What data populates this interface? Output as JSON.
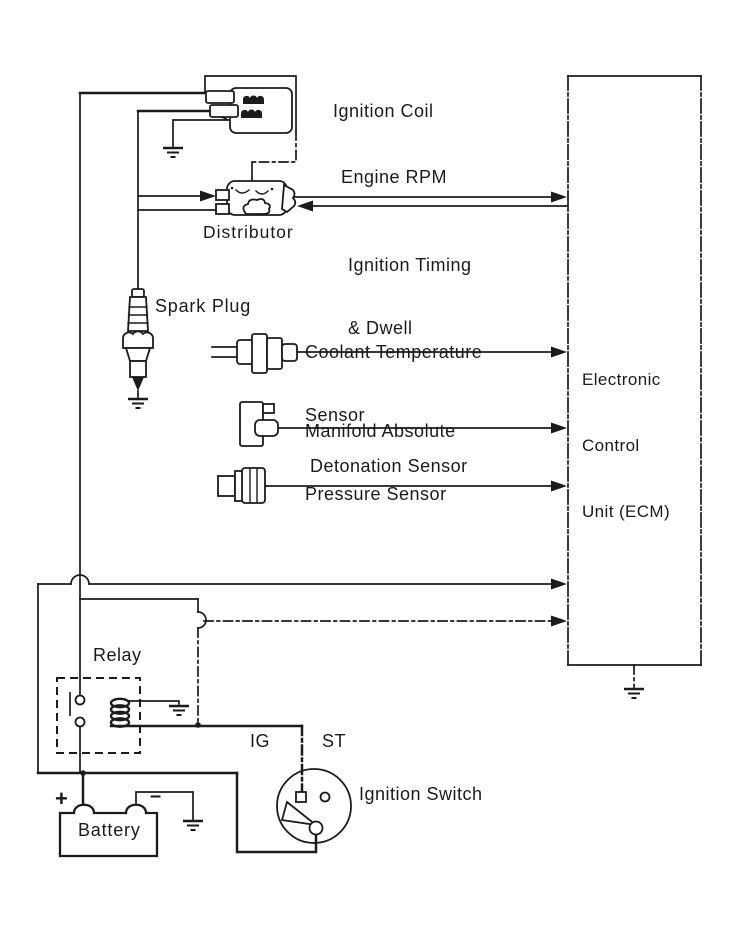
{
  "diagram": {
    "colors": {
      "ink": "#1b1b1b",
      "paper": "#ffffff"
    },
    "icons": {
      "ground": "earth-ground-symbol",
      "signal_arrow": "filled-triangle-arrowhead",
      "wire_hop": "semicircular-wire-jump"
    },
    "labels": {
      "ignition_coil": "Ignition Coil",
      "engine_rpm": "Engine RPM",
      "ignition_timing_line1": "Ignition Timing",
      "ignition_timing_line2": "& Dwell",
      "distributor": "Distributor",
      "spark_plug": "Spark Plug",
      "coolant_sensor_line1": "Coolant Temperature",
      "coolant_sensor_line2": "Sensor",
      "map_sensor_line1": "Manifold Absolute",
      "map_sensor_line2": "Pressure Sensor",
      "detonation_sensor": "Detonation Sensor",
      "ecm_line1": "Electronic",
      "ecm_line2": "Control",
      "ecm_line3": "Unit (ECM)",
      "relay": "Relay",
      "terminal_ig": "IG",
      "terminal_st": "ST",
      "ignition_switch": "Ignition Switch",
      "battery": "Battery",
      "battery_positive": "+",
      "battery_negative": "–"
    }
  }
}
